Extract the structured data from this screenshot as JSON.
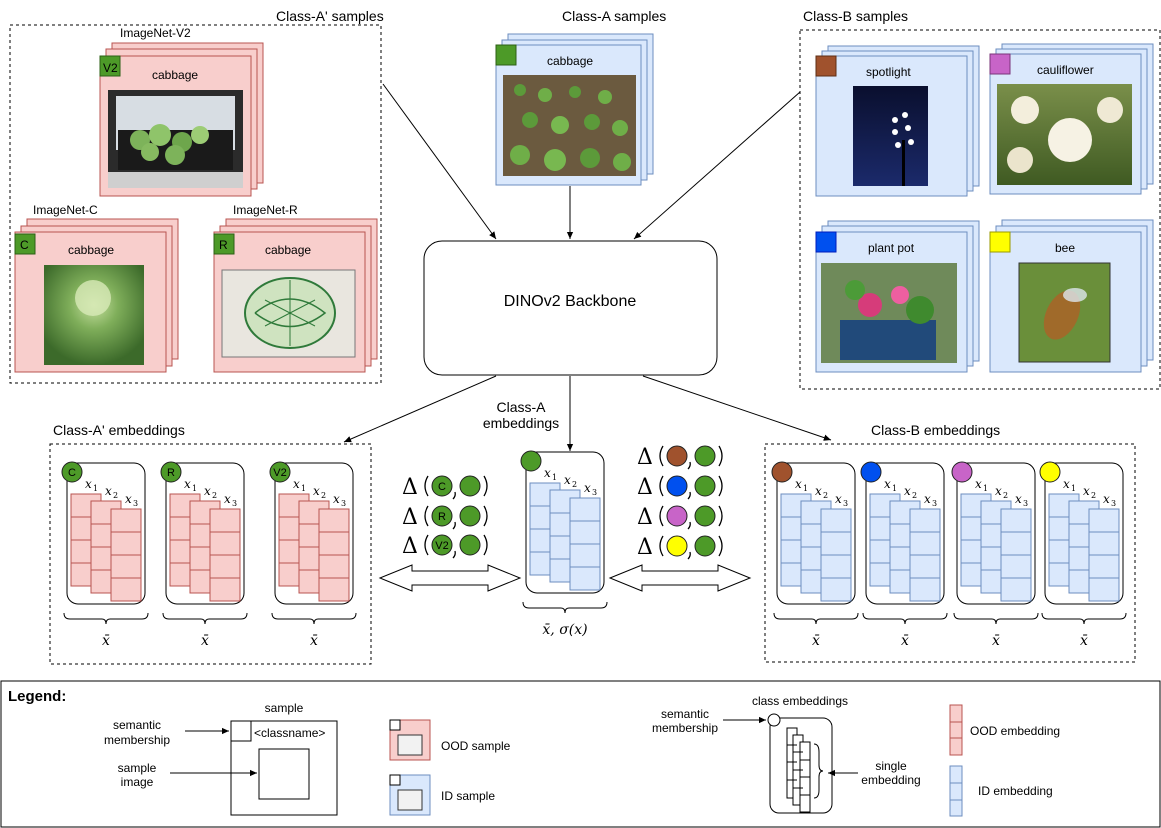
{
  "colors": {
    "ood_fill": "#f8cecc",
    "ood_stroke": "#b85450",
    "id_fill": "#dae8fc",
    "id_stroke": "#6c8ebf",
    "class_a": "#4d9a28",
    "spotlight": "#a0522d",
    "cauliflower": "#c864c8",
    "plant_pot": "#0050ef",
    "bee": "#ffff00"
  },
  "class_a_prime_samples": {
    "title": "Class-A' samples",
    "groups": [
      {
        "dataset": "ImageNet-V2",
        "badge": "V2",
        "classname": "cabbage"
      },
      {
        "dataset": "ImageNet-C",
        "badge": "C",
        "classname": "cabbage"
      },
      {
        "dataset": "ImageNet-R",
        "badge": "R",
        "classname": "cabbage"
      }
    ]
  },
  "class_a_samples": {
    "title": "Class-A samples",
    "classname": "cabbage"
  },
  "class_b_samples": {
    "title": "Class-B samples",
    "groups": [
      {
        "classname": "spotlight"
      },
      {
        "classname": "cauliflower"
      },
      {
        "classname": "plant pot"
      },
      {
        "classname": "bee"
      }
    ]
  },
  "backbone": {
    "label": "DINOv2 Backbone"
  },
  "class_a_prime_embeddings": {
    "title": "Class-A' embeddings",
    "items": [
      {
        "badge": "C",
        "stat": "x̄"
      },
      {
        "badge": "R",
        "stat": "x̄"
      },
      {
        "badge": "V2",
        "stat": "x̄"
      }
    ]
  },
  "class_a_embeddings": {
    "title_line1": "Class-A",
    "title_line2": "embeddings",
    "stat": "x̄, σ(x)"
  },
  "class_b_embeddings": {
    "title": "Class-B embeddings",
    "stats": [
      "x̄",
      "x̄",
      "x̄",
      "x̄"
    ]
  },
  "embedding_labels": {
    "x1": "x",
    "x2": "x",
    "x3": "x",
    "sub1": "1",
    "sub2": "2",
    "sub3": "3"
  },
  "delta": {
    "symbol": "Δ",
    "left_badges": [
      "C",
      "R",
      "V2"
    ]
  },
  "legend": {
    "title": "Legend:",
    "sample_label": "sample",
    "classname_placeholder": "<classname>",
    "semantic_membership_line1": "semantic",
    "semantic_membership_line2": "membership",
    "sample_image_line1": "sample",
    "sample_image_line2": "image",
    "ood_sample": "OOD sample",
    "id_sample": "ID sample",
    "class_embeddings": "class embeddings",
    "semantic_membership2_line1": "semantic",
    "semantic_membership2_line2": "membership",
    "single_embedding_line1": "single",
    "single_embedding_line2": "embedding",
    "ood_embedding": "OOD embedding",
    "id_embedding": "ID embedding"
  }
}
